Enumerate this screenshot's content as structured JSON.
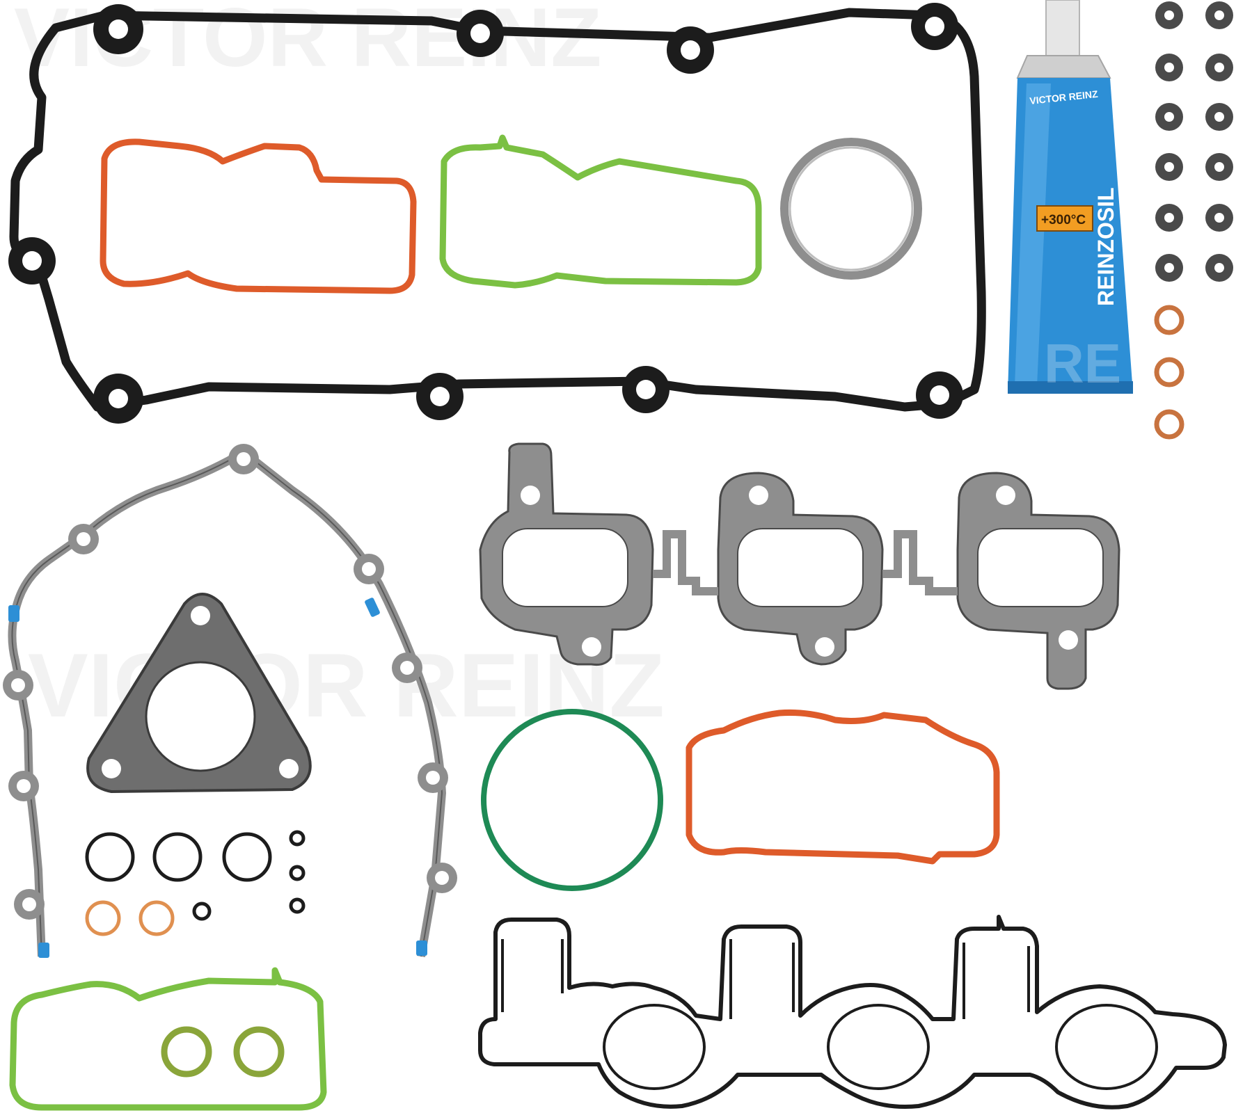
{
  "watermark": {
    "brand": "VICTOR REINZ",
    "tube_watermark": "RE"
  },
  "tube": {
    "brand": "REINZOSIL",
    "temperature": "+300°C",
    "cap_text": "VICTOR REINZ"
  },
  "colors": {
    "black_gasket": "#1c1c1c",
    "orange_gasket": "#de5b2a",
    "green_gasket": "#7bc043",
    "dark_green_ring": "#1e8a55",
    "grey_steel": "#8e8e8e",
    "dark_steel": "#4a4a4a",
    "copper": "#c8733f",
    "olive_ring": "#8aa53a",
    "blue_tube": "#2d8fd6",
    "tube_label": "#f29d22"
  }
}
